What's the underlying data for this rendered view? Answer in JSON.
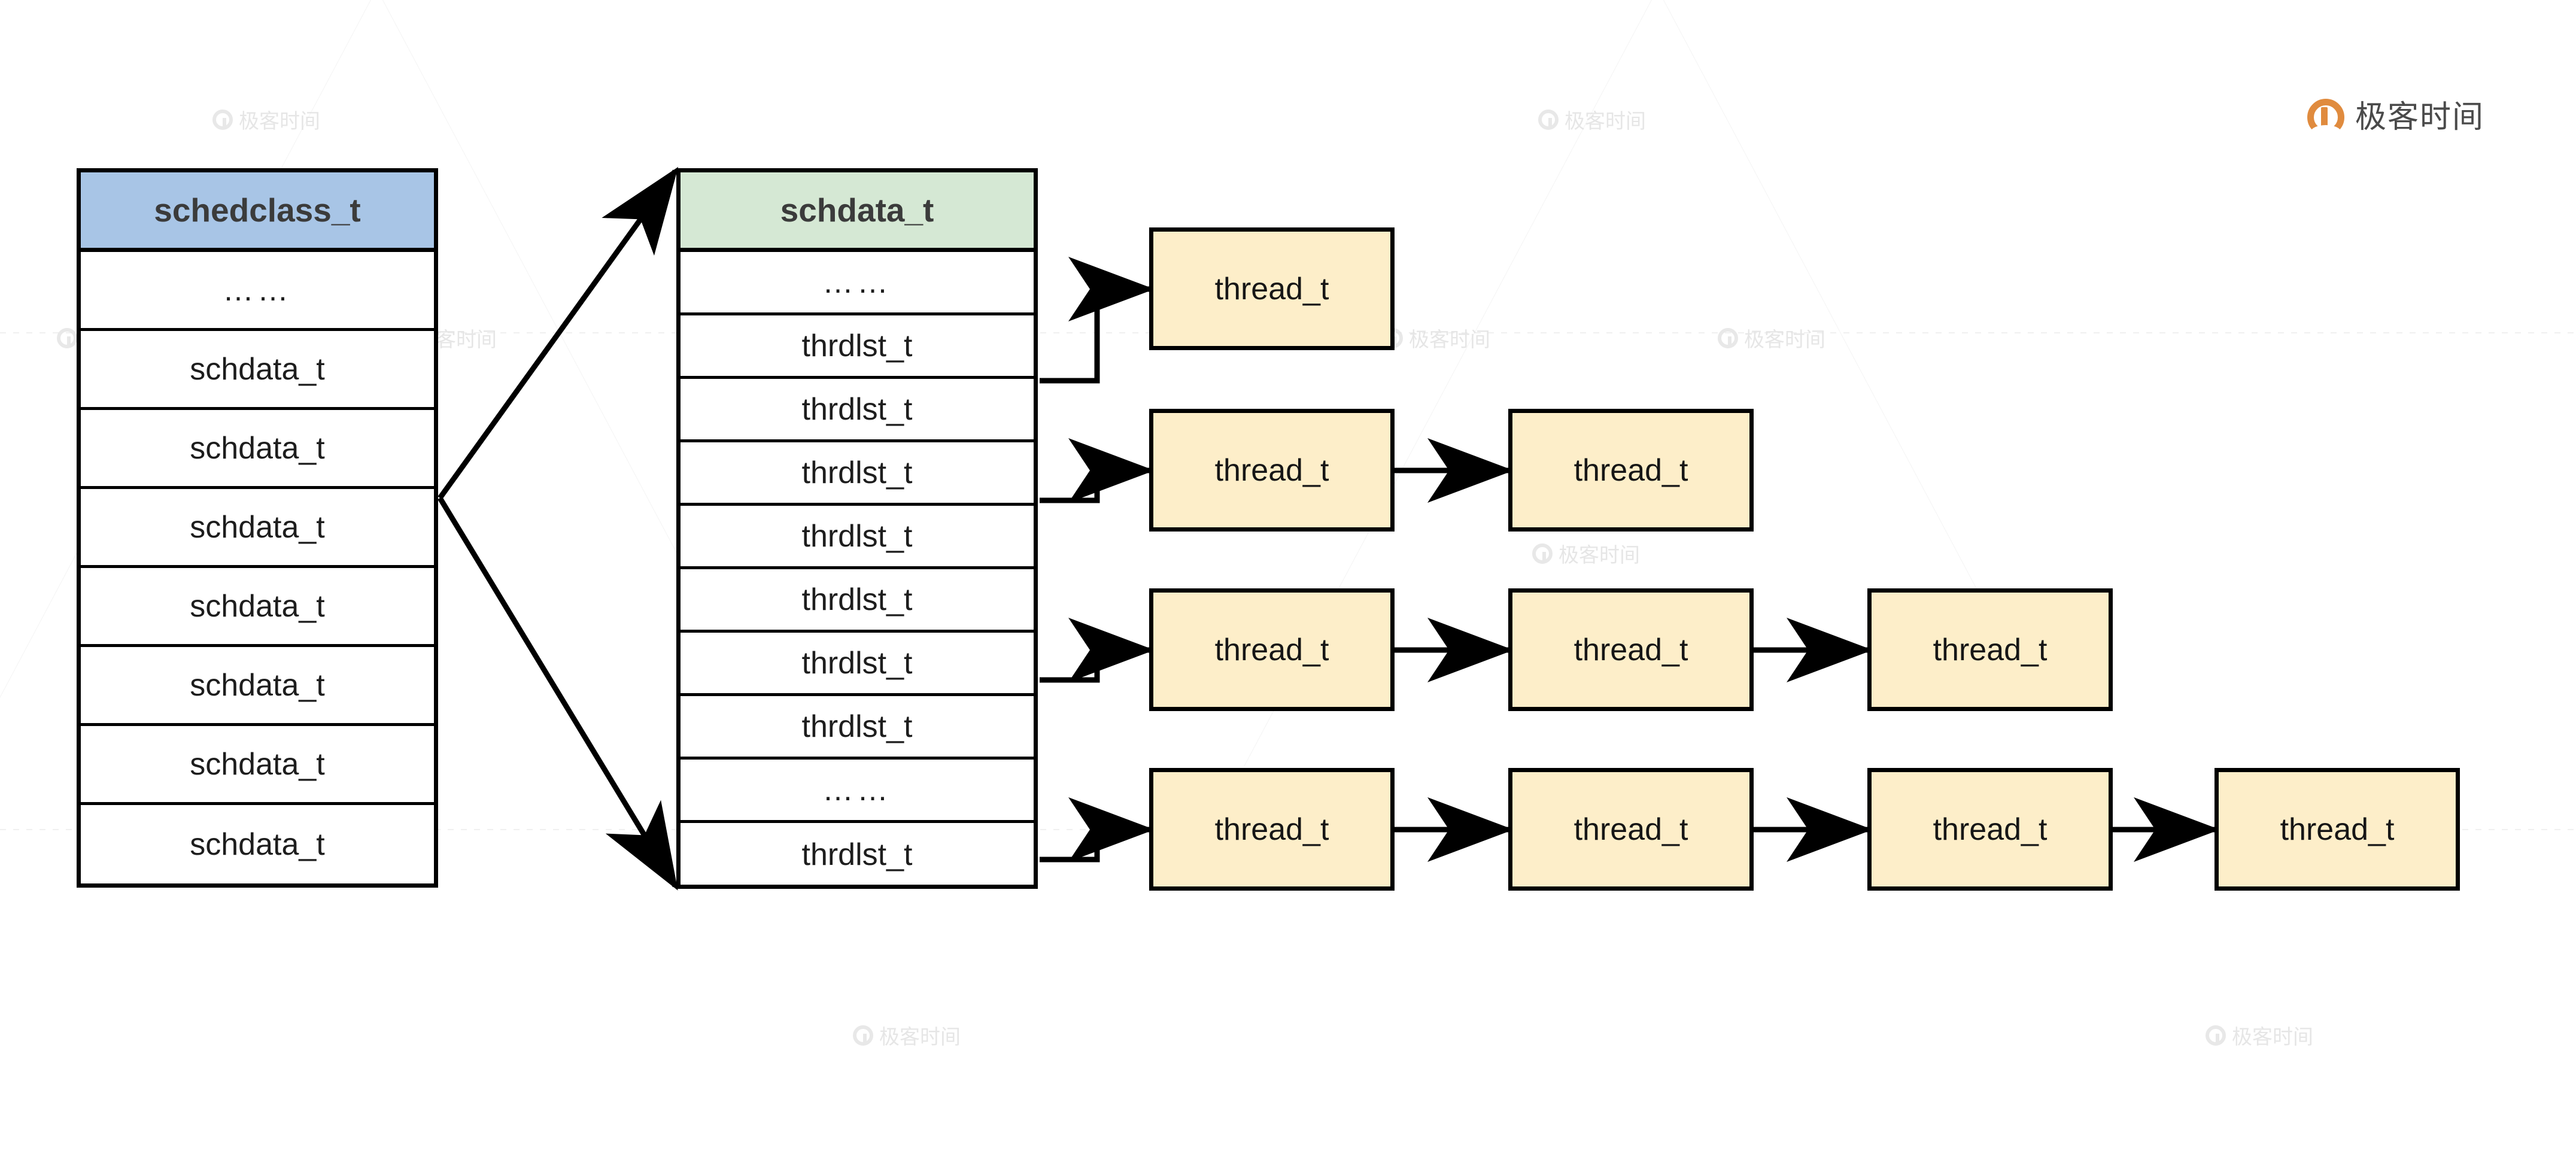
{
  "brand": {
    "name": "极客时间",
    "color": "#e08b3e"
  },
  "watermark": {
    "text": "极客时间"
  },
  "diagram": {
    "schedclass": {
      "title": "schedclass_t",
      "header_color": "#a8c5e6",
      "rows": [
        "……",
        "schdata_t",
        "schdata_t",
        "schdata_t",
        "schdata_t",
        "schdata_t",
        "schdata_t",
        "schdata_t"
      ]
    },
    "schdata": {
      "title": "schdata_t",
      "header_color": "#d5e8d4",
      "rows": [
        "……",
        "thrdlst_t",
        "thrdlst_t",
        "thrdlst_t",
        "thrdlst_t",
        "thrdlst_t",
        "thrdlst_t",
        "thrdlst_t",
        "……",
        "thrdlst_t"
      ]
    },
    "thread_box_color": "#fdeec9",
    "thread_chains": [
      {
        "from_row": "thrdlst_t",
        "nodes": [
          "thread_t"
        ]
      },
      {
        "from_row": "thrdlst_t",
        "nodes": [
          "thread_t",
          "thread_t"
        ]
      },
      {
        "from_row": "thrdlst_t",
        "nodes": [
          "thread_t",
          "thread_t",
          "thread_t"
        ]
      },
      {
        "from_row": "thrdlst_t",
        "nodes": [
          "thread_t",
          "thread_t",
          "thread_t",
          "thread_t"
        ]
      }
    ]
  }
}
